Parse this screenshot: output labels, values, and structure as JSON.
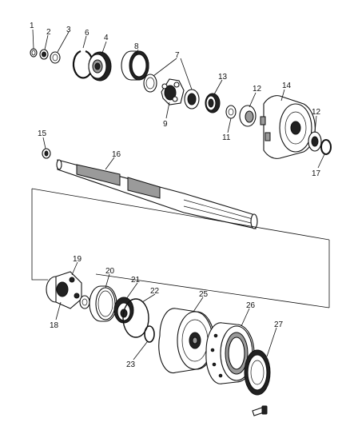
{
  "diagram": {
    "callouts": [
      "1",
      "2",
      "3",
      "4",
      "6",
      "7",
      "8",
      "9",
      "11",
      "12",
      "12",
      "13",
      "14",
      "15",
      "16",
      "17",
      "18",
      "19",
      "20",
      "21",
      "22",
      "23",
      "25",
      "26",
      "27"
    ]
  }
}
